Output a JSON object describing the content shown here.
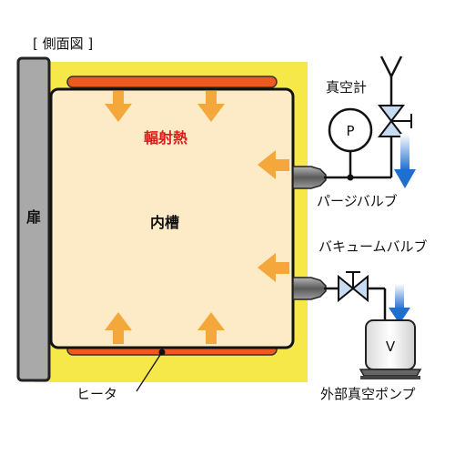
{
  "diagram": {
    "view_label": "[ 側面図 ]",
    "door_label": "扉",
    "chamber_label": "内槽",
    "radiant_heat_label": "輻射熱",
    "heater_label": "ヒータ",
    "vacuum_gauge_label": "真空計",
    "vacuum_gauge_symbol": "P",
    "purge_valve_label": "パージバルブ",
    "vacuum_valve_label": "バキュームバルブ",
    "pump_label": "外部真空ポンプ",
    "pump_symbol": "V"
  },
  "colors": {
    "insulation_yellow": "#f7e84a",
    "chamber_fill": "#fdebc8",
    "heater_orange": "#ee5a1e",
    "heat_arrow": "#f4a83c",
    "door_gray": "#a9a9a9",
    "flow_blue": "#2a77d0",
    "radiant_heat_red": "#e01a1a"
  }
}
